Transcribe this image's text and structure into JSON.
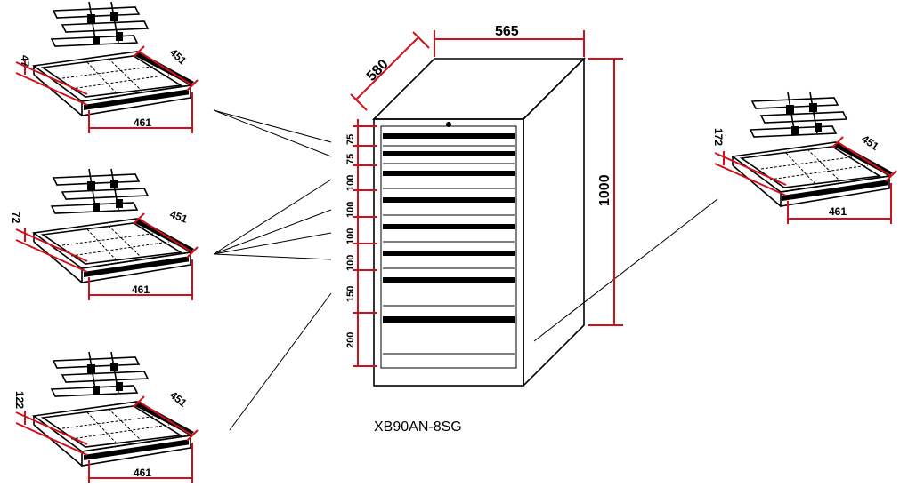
{
  "cabinet": {
    "model": "XB90AN-8SG",
    "width": "565",
    "depth": "580",
    "height": "1000",
    "drawer_heights": [
      "75",
      "75",
      "100",
      "100",
      "100",
      "100",
      "150",
      "200"
    ]
  },
  "drawer_details": [
    {
      "height": "47",
      "depth": "451",
      "width": "461"
    },
    {
      "height": "72",
      "depth": "451",
      "width": "461"
    },
    {
      "height": "122",
      "depth": "451",
      "width": "461"
    },
    {
      "height": "172",
      "depth": "451",
      "width": "461"
    }
  ]
}
